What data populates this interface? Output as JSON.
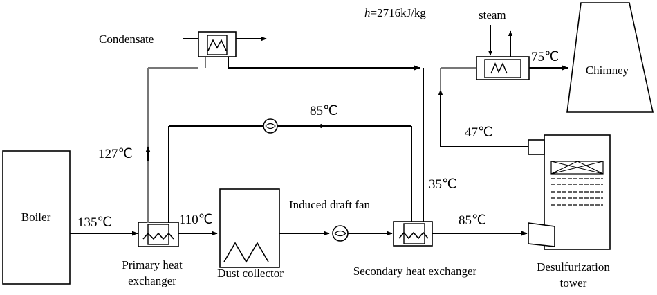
{
  "labels": {
    "boiler": "Boiler",
    "condensate": "Condensate",
    "enthalpy_symbol": "h",
    "enthalpy_value": "=2716kJ/kg",
    "steam": "steam",
    "chimney": "Chimney",
    "primary_hx_line1": "Primary heat",
    "primary_hx_line2": "exchanger",
    "dust_collector": "Dust collector",
    "induced_draft_fan": "Induced draft fan",
    "secondary_hx": "Secondary heat exchanger",
    "desulf_line1": "Desulfurization",
    "desulf_line2": "tower"
  },
  "temperatures": {
    "boiler_out": "135℃",
    "primary_out": "110℃",
    "hot_water_up": "127℃",
    "return_water": "85℃",
    "secondary_in": "35℃",
    "to_tower": "85℃",
    "tower_out": "47℃",
    "chimney_in": "75℃"
  },
  "colors": {
    "stroke": "#000000",
    "water_line": "#777777",
    "background": "#ffffff"
  }
}
